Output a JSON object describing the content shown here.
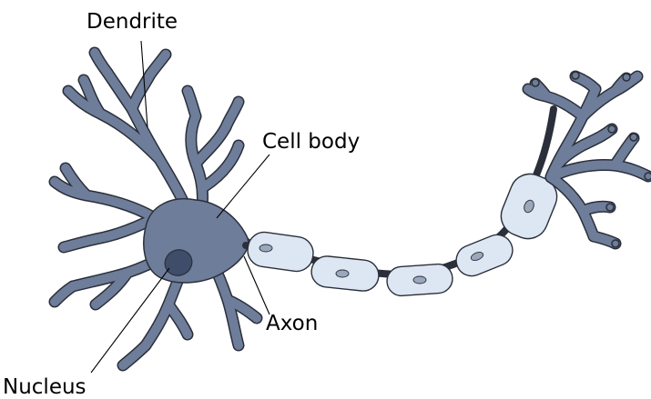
{
  "labels": {
    "dendrite": "Dendrite",
    "cell_body": "Cell body",
    "axon": "Axon",
    "nucleus": "Nucleus"
  },
  "colors": {
    "neuron_body": "#6e7d99",
    "neuron_outline": "#2a2f3a",
    "nucleus": "#3f4d6b",
    "myelin_fill": "#dde6f3",
    "myelin_outline": "#2a2f3a",
    "myelin_nucleus": "#9aa8bb",
    "leader_line": "#000000"
  }
}
